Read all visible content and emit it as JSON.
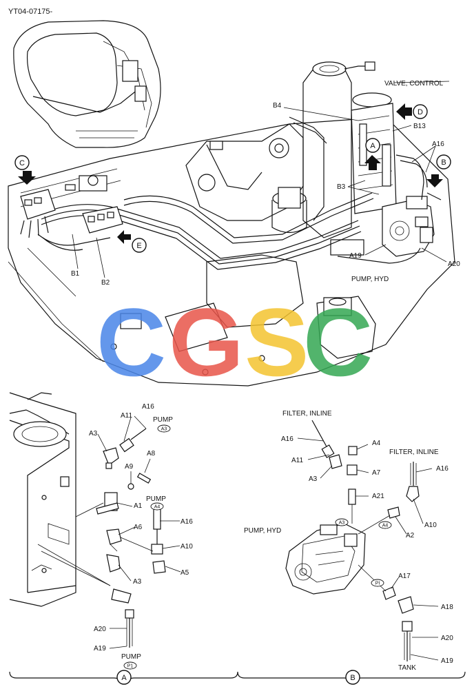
{
  "doc_id": "YT04-07175-",
  "watermark": {
    "letters": [
      "C",
      "G",
      "S",
      "C"
    ],
    "colors": [
      "#4a86e8",
      "#e8554a",
      "#f4c430",
      "#34a853"
    ]
  },
  "titles": {
    "valve_control": "VALVE, CONTROL",
    "pump_hyd_main": "PUMP, HYD",
    "pump_hyd_b": "PUMP, HYD",
    "filter_inline_1": "FILTER, INLINE",
    "filter_inline_2": "FILTER, INLINE",
    "pump_a3": "PUMP",
    "pump_a4": "PUMP",
    "pump_p1": "PUMP",
    "tank": "TANK"
  },
  "views": {
    "A": "A",
    "B": "B",
    "C": "C",
    "D": "D",
    "E": "E"
  },
  "port_tags": {
    "a3": "A3",
    "a4": "A4",
    "p1": "P1",
    "pi": "PI"
  },
  "main_labels": {
    "b4": "B4",
    "b13": "B13",
    "a16": "A16",
    "b3": "B3",
    "a19": "A19",
    "a20": "A20",
    "b1": "B1",
    "b2": "B2"
  },
  "detail_a_labels": {
    "a16": "A16",
    "a11": "A11",
    "a3_top": "A3",
    "a8": "A8",
    "a9": "A9",
    "a1": "A1",
    "a16_mid": "A16",
    "a6": "A6",
    "a10": "A10",
    "a5": "A5",
    "a3_bottom": "A3",
    "a20": "A20",
    "a19": "A19"
  },
  "detail_b_labels": {
    "a16": "A16",
    "a4": "A4",
    "a11": "A11",
    "a7": "A7",
    "a3": "A3",
    "a16_right": "A16",
    "a21": "A21",
    "a10": "A10",
    "a2": "A2",
    "a17": "A17",
    "a18": "A18",
    "a20": "A20",
    "a19": "A19"
  }
}
